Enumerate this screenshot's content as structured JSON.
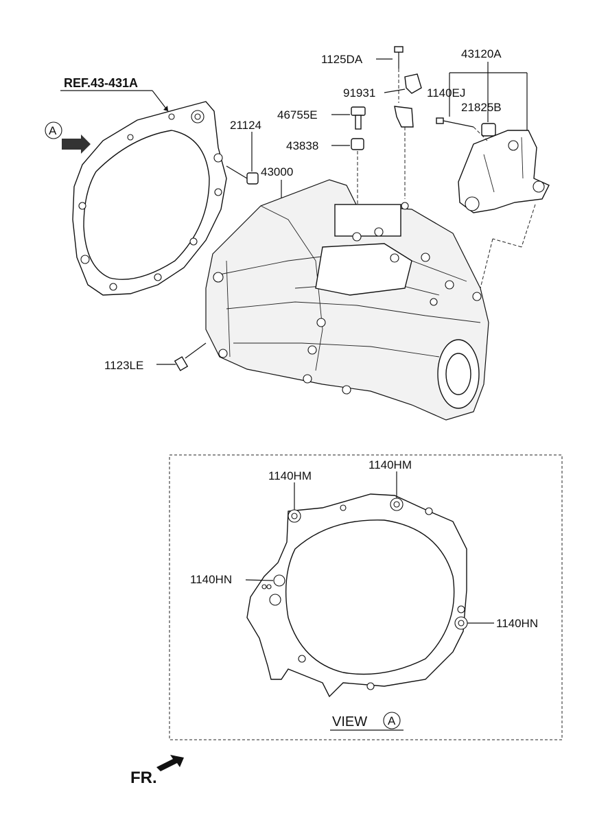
{
  "labels": {
    "ref": "REF.43-431A",
    "p1125DA": "1125DA",
    "p43120A": "43120A",
    "p91931": "91931",
    "p1140EJ": "1140EJ",
    "p21825B": "21825B",
    "p46755E": "46755E",
    "p21124": "21124",
    "p43838": "43838",
    "p43000": "43000",
    "p1123LE": "1123LE",
    "hm1": "1140HM",
    "hm2": "1140HM",
    "hn1": "1140HN",
    "hn2": "1140HN",
    "view": "VIEW",
    "view_marker": "A",
    "a_marker": "A",
    "fr": "FR."
  }
}
